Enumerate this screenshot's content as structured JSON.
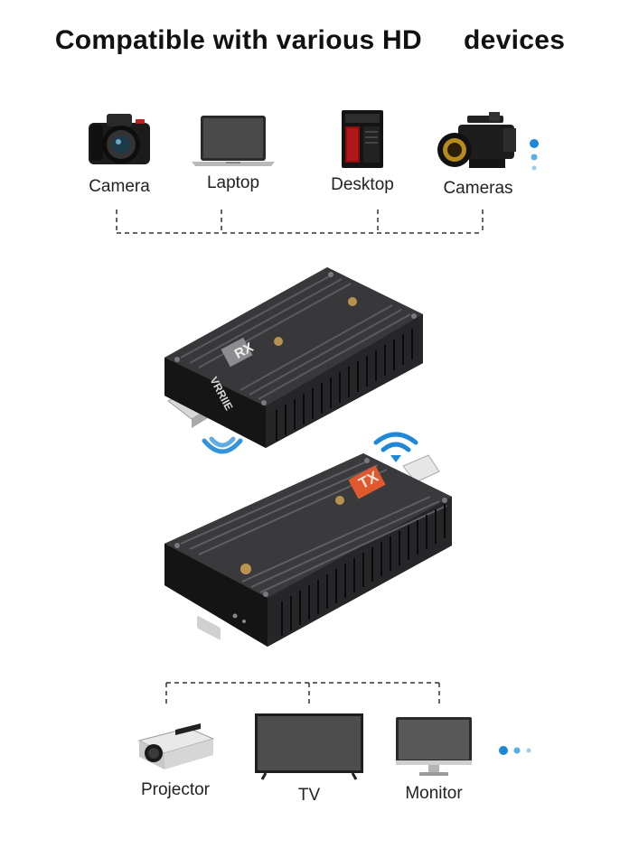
{
  "title": {
    "left": "Compatible with various HD",
    "right": "devices"
  },
  "sources": [
    {
      "label": "Camera",
      "icon": "dslr-camera-icon"
    },
    {
      "label": "Laptop",
      "icon": "laptop-icon"
    },
    {
      "label": "Desktop",
      "icon": "desktop-tower-icon"
    },
    {
      "label": "Cameras",
      "icon": "camcorder-icon"
    }
  ],
  "receiver": {
    "badge": "RX",
    "brand": "VRRIIE"
  },
  "transmitter": {
    "badge": "TX"
  },
  "displays": [
    {
      "label": "Projector",
      "icon": "projector-icon"
    },
    {
      "label": "TV",
      "icon": "tv-icon"
    },
    {
      "label": "Monitor",
      "icon": "monitor-icon"
    }
  ],
  "colors": {
    "accent_blue": "#1e88d6",
    "tx_badge": "#e0582e",
    "device_body": "#2b2b2d",
    "dash_line": "#333333"
  }
}
